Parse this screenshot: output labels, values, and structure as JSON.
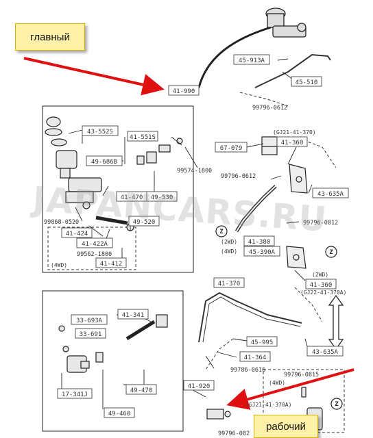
{
  "callouts": {
    "master": "главный",
    "slave": "рабочий"
  },
  "watermark": "JAPANCARS.RU",
  "colors": {
    "arrow": "#e01010",
    "callout_fill": "#fff2a8",
    "label_box": "#555555",
    "line": "#222222"
  },
  "parts": {
    "p41_990": "41-990",
    "p45_913a": "45-913A",
    "p45_510": "45-510",
    "p99796_0612a": "99796-0612",
    "p43_552s": "43-552S",
    "p41_551s": "41-551S",
    "p49_686b": "49-686B",
    "p99574_1800": "99574-1800",
    "p41_470": "41-470",
    "p49_530": "49-530",
    "p99868_0520": "99868-0520",
    "p49_520": "49-520",
    "p41_424": "41-424",
    "p41_422a": "41-422A",
    "p99562_1800": "99562-1800",
    "p41_412": "41-412",
    "p67_079": "67-079",
    "p41_360a": "41-360",
    "p99796_0612b": "99796-0612",
    "p43_635a_a": "43-635A",
    "p99796_0812": "99796-0812",
    "p41_380": "41-380",
    "p45_390a": "45-390A",
    "p41_360b": "41-360",
    "p41_370": "41-370",
    "p33_693a": "33-693A",
    "p41_341": "41-341",
    "p33_691": "33-691",
    "p45_995": "45-995",
    "p41_364": "41-364",
    "p43_635a_b": "43-635A",
    "p99786_0616": "99786-0616",
    "p49_470": "49-470",
    "p17_341j": "17-341J",
    "p41_920": "41-920",
    "p49_460": "49-460",
    "p99796_0815": "99796-0815",
    "p99796_0820": "99796-082"
  },
  "notes": {
    "gj21": "(GJ21-41-370)",
    "gj22": "(GJ22-41-370A)",
    "gj21b": "(GJ21-41-370A)",
    "qwd_a": "(4WD)",
    "twd": "(2WD)",
    "qwd_b": "(4WD)",
    "twd_b": "(2WD)",
    "qwd_c": "(4WD)"
  },
  "markers": {
    "z1": "Z",
    "z2": "Z",
    "z3": "Z"
  }
}
